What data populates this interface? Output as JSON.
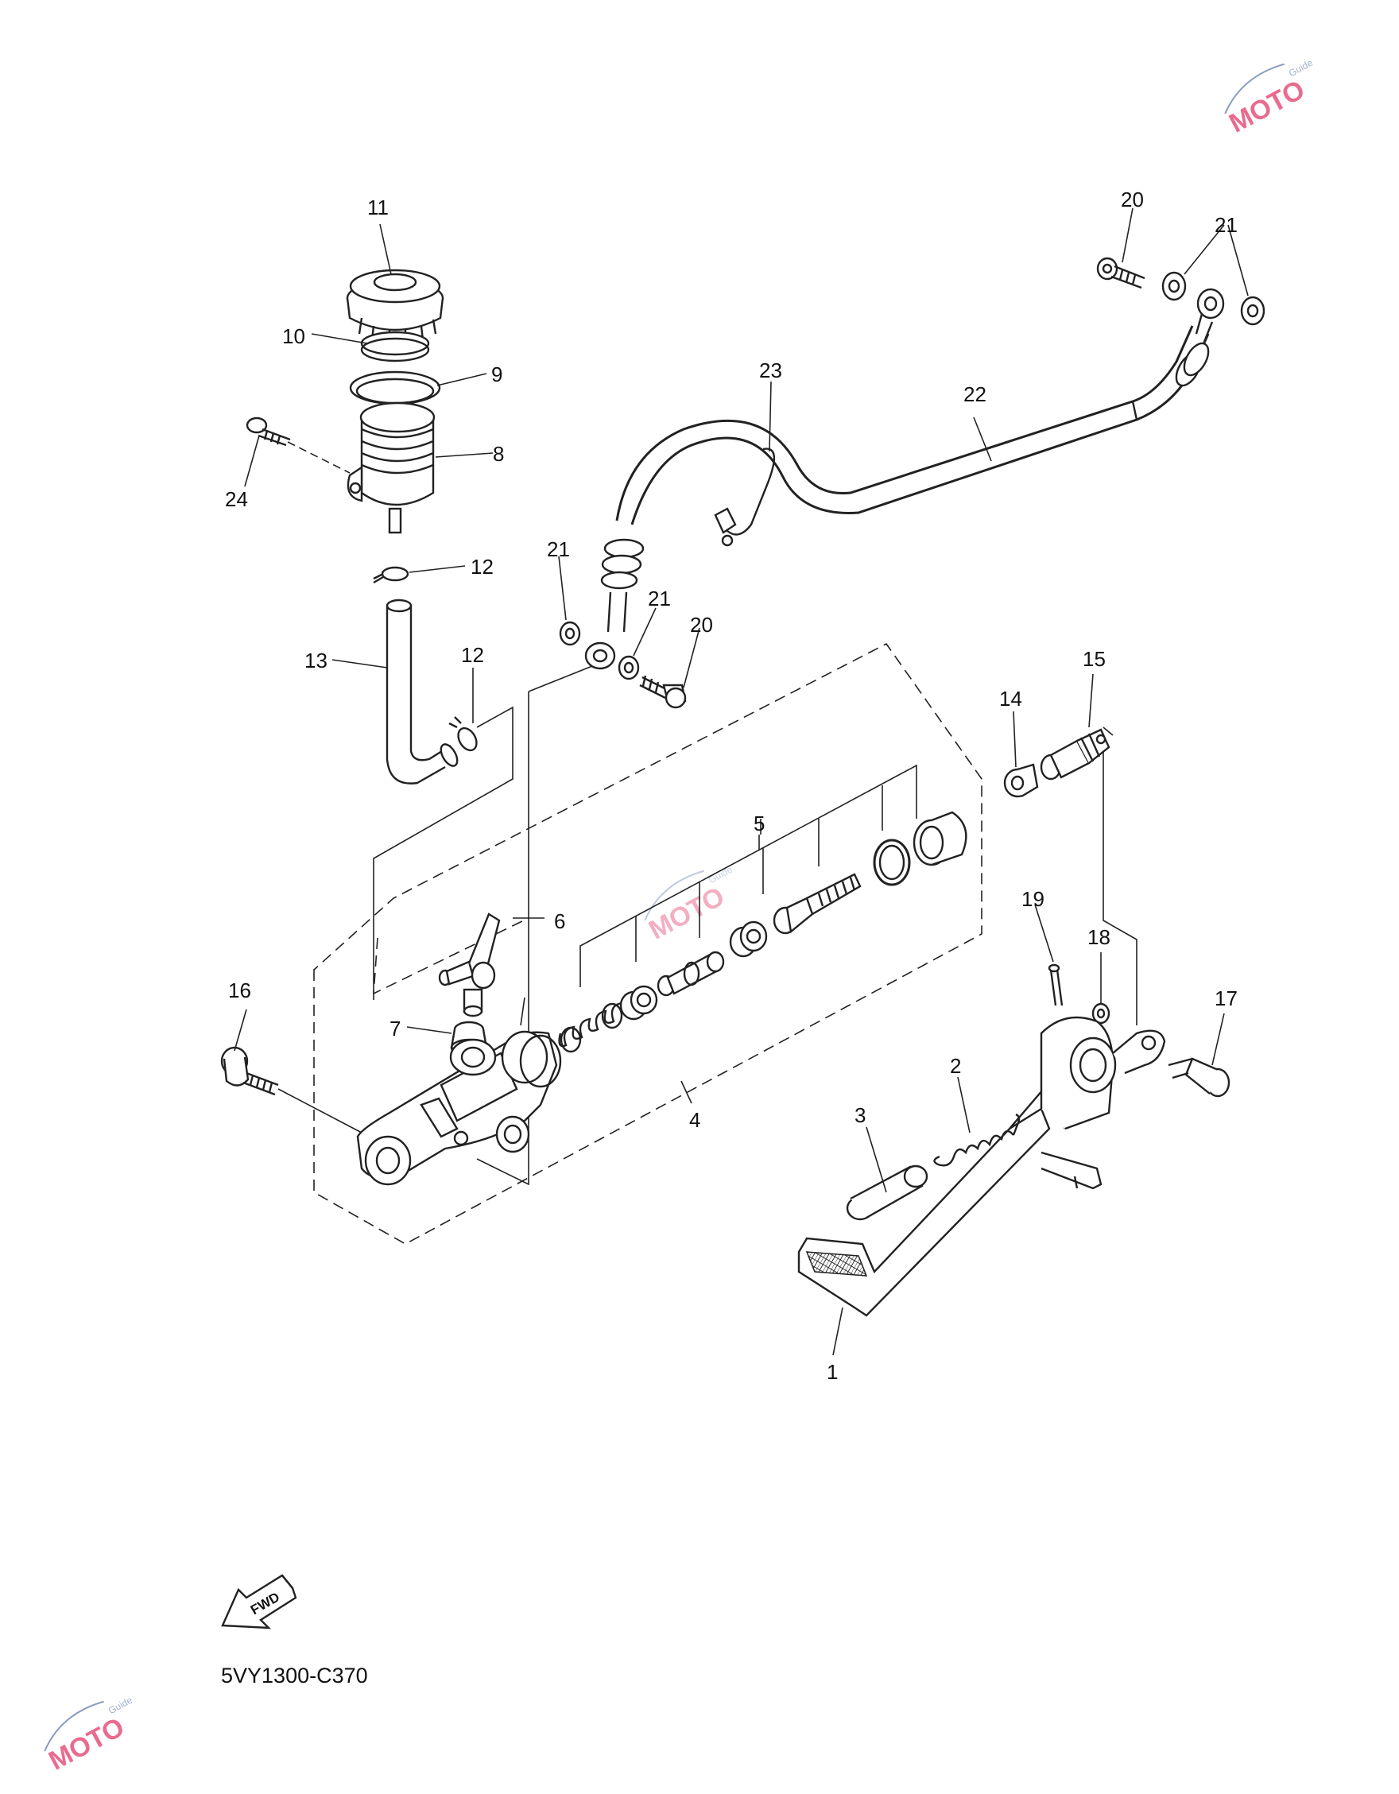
{
  "diagram": {
    "code": "5VY1300-C370",
    "fwd_label": "FWD",
    "callouts": [
      {
        "id": "c1",
        "label": "1"
      },
      {
        "id": "c2",
        "label": "2"
      },
      {
        "id": "c3",
        "label": "3"
      },
      {
        "id": "c4",
        "label": "4"
      },
      {
        "id": "c5",
        "label": "5"
      },
      {
        "id": "c6",
        "label": "6"
      },
      {
        "id": "c7",
        "label": "7"
      },
      {
        "id": "c8",
        "label": "8"
      },
      {
        "id": "c9",
        "label": "9"
      },
      {
        "id": "c10",
        "label": "10"
      },
      {
        "id": "c11",
        "label": "11"
      },
      {
        "id": "c12a",
        "label": "12"
      },
      {
        "id": "c12b",
        "label": "12"
      },
      {
        "id": "c13",
        "label": "13"
      },
      {
        "id": "c14",
        "label": "14"
      },
      {
        "id": "c15",
        "label": "15"
      },
      {
        "id": "c16",
        "label": "16"
      },
      {
        "id": "c17",
        "label": "17"
      },
      {
        "id": "c18",
        "label": "18"
      },
      {
        "id": "c19",
        "label": "19"
      },
      {
        "id": "c20a",
        "label": "20"
      },
      {
        "id": "c20b",
        "label": "20"
      },
      {
        "id": "c21a",
        "label": "21"
      },
      {
        "id": "c21b",
        "label": "21"
      },
      {
        "id": "c21c",
        "label": "21"
      },
      {
        "id": "c22",
        "label": "22"
      },
      {
        "id": "c23",
        "label": "23"
      },
      {
        "id": "c24",
        "label": "24"
      }
    ]
  },
  "watermark": {
    "text": "MOTO",
    "sub": "Guide"
  },
  "colors": {
    "line": "#222222",
    "watermark": "#e23a6a"
  }
}
